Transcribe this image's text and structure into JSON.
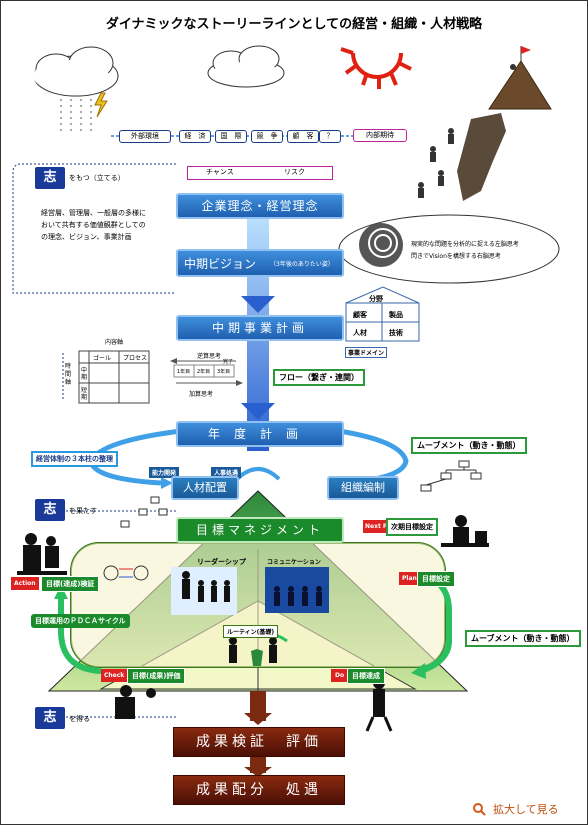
{
  "title": "ダイナミックなストーリーラインとしての経営・組織・人材戦略",
  "external_label": "外部環境",
  "env_items": [
    "経　済",
    "国　際",
    "競　争",
    "顧　客",
    "？"
  ],
  "internal_label": "内部期待",
  "chance_risk": {
    "chance": "チャンス",
    "risk": "リスク"
  },
  "kokoro_motsu": {
    "mark": "志",
    "label": "をもつ（立てる）"
  },
  "kokoro_desc": [
    "経営層、管理層、一般層の多様に",
    "おいて共有する価値観群としての",
    "の理念、ビジョン、事業計画"
  ],
  "rinen": "企業理念・経営理念",
  "vision": {
    "main": "中期ビジョン",
    "sub": "（3年後のありたい姿）"
  },
  "brain_note": [
    "現実的な問題を分析的に捉える左脳思考",
    "閃きでVisionを構想する右脳思考"
  ],
  "chuki": "中期事業計画",
  "domain_box": {
    "header": "分野",
    "cells": [
      "顧客",
      "製品",
      "人材",
      "技術"
    ],
    "footer": "事業ドメイン"
  },
  "matrix": {
    "naiyo_jiku": "内容軸",
    "jikan_jiku": "時間軸",
    "goal": "ゴール",
    "process": "プロセス",
    "chuki": "中期",
    "tanki": "短期"
  },
  "gyakusan": "逆算思考",
  "kansei": "完了",
  "kasan": "加算思考",
  "years": [
    "1年目",
    "2年目",
    "3年目"
  ],
  "flow": "フロー（繋ぎ・連関）",
  "nendo": "年度計画",
  "three_pillars": "経営体制の３本柱の整理",
  "movement1": "ムーブメント（動き・動態）",
  "noryoku": "能力開発",
  "jinji": "人事処遇",
  "jinzai": "人材配置",
  "soshiki": "組織編制",
  "kokoro_hatasu": {
    "mark": "志",
    "label": "を果たす"
  },
  "mokuhyo": "目標マネジメント",
  "next_plan_tag": "Next Plan",
  "next_plan": "次期目標設定",
  "leadership": "リーダーシップ",
  "communication": "コミュニケーション",
  "action_tag": "Action",
  "action_text": "目標(達成)検証",
  "pdca": "目標運用のＰＤＣＡサイクル",
  "plan_tag": "Plan",
  "plan_text": "目標設定",
  "movement2": "ムーブメント（動き・動態）",
  "routine": "ルーティン(基礎)",
  "check_tag": "Check",
  "check_text": "目標(成果)評価",
  "do_tag": "Do",
  "do_text": "目標達成",
  "kokoro_eru": {
    "mark": "志",
    "label": "を得る"
  },
  "seika_kensho": "成果検証　評価",
  "seika_haibun": "成果配分　処遇",
  "zoom": "拡大して見る",
  "colors": {
    "blue": "#1f5fb0",
    "green": "#1a8a2a",
    "dark": "#6a1a08",
    "red": "#d22"
  }
}
